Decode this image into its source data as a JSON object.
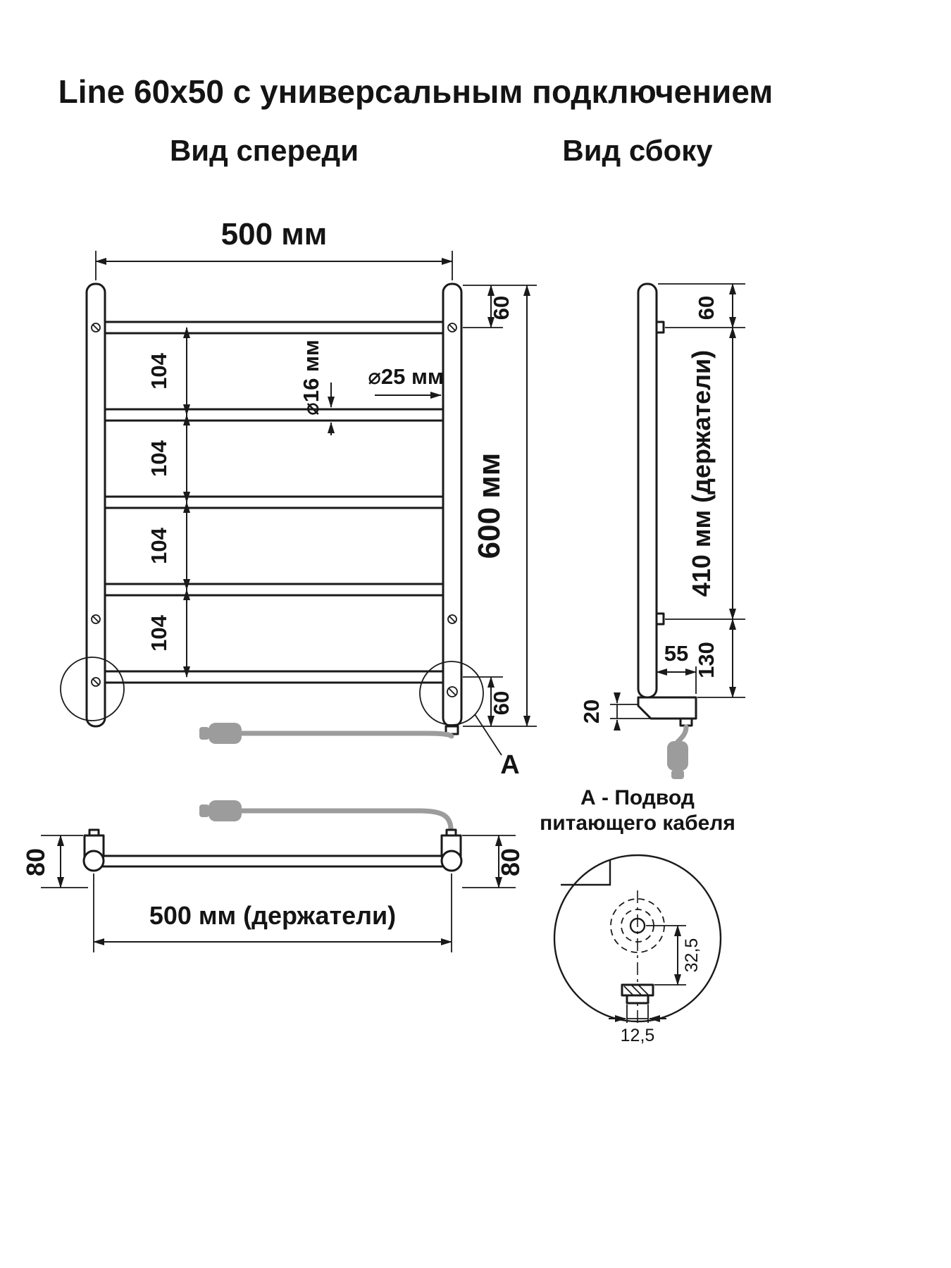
{
  "title": "Line 60x50 с универсальным подключением",
  "front": {
    "label": "Вид спереди",
    "width": "500 мм",
    "height": "600 мм",
    "offset_top": "60",
    "offset_bottom": "60",
    "gaps": [
      "104",
      "104",
      "104",
      "104"
    ],
    "tube_diameter": "⌀16 мм",
    "post_diameter": "⌀25 мм",
    "detail_marker": "A"
  },
  "side": {
    "label": "Вид сбоку",
    "offset_top": "60",
    "holders_span": "410 мм (держатели)",
    "offset_bottom": "130",
    "depth": "55",
    "wall_gap": "20"
  },
  "holders": {
    "height_left": "80",
    "height_right": "80",
    "width": "500 мм (держатели)"
  },
  "detail": {
    "caption_line1": "А - Подвод",
    "caption_line2": "питающего кабеля",
    "offset_vertical": "32,5",
    "offset_horizontal": "12,5"
  },
  "colors": {
    "line": "#1a1a1a",
    "cable": "#9c9c9c",
    "background": "#ffffff"
  }
}
